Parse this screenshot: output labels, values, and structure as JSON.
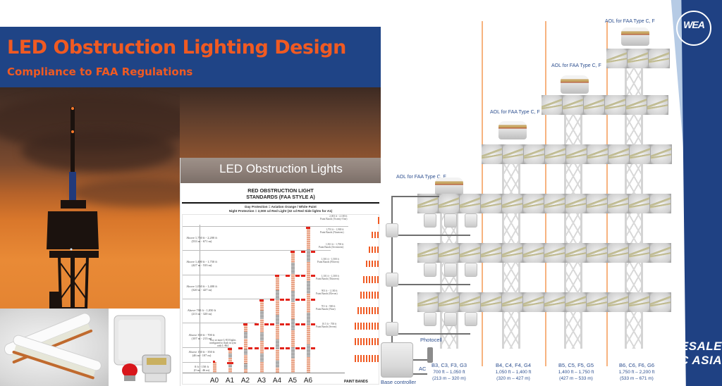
{
  "banner": {
    "title": "LED Obstruction Lighting Design",
    "subtitle": "Compliance to FAA Regulations",
    "background": "#1f4486",
    "text_color": "#f05a22"
  },
  "standards_panel": {
    "header": "LED Obstruction Lights",
    "title_line1": "RED OBSTRUCTION LIGHT",
    "title_line2": "STANDARDS (FAA STYLE A)",
    "note_line1": "Day Protection = Aviation Orange / White Paint",
    "note_line2": "Night Protection = 2,000 cd Red Light (32 cd Red Side lights for A1)",
    "height_rows": [
      {
        "ft": "Above 1,750 ft - 2,200 ft",
        "m": "(533 m - 671 m)"
      },
      {
        "ft": "Above 1,400 ft - 1,750 ft",
        "m": "(427 m - 533 m)"
      },
      {
        "ft": "Above 1,050 ft - 1,400 ft",
        "m": "(320 m - 427 m)"
      },
      {
        "ft": "Above 700 ft - 1,050 ft",
        "m": "(213 m - 320 m)"
      },
      {
        "ft": "Above 350 ft - 700 ft",
        "m": "(107 m - 213 m)"
      },
      {
        "ft": "Above 150 ft - 350 ft",
        "m": "(46 m - 107 m)"
      },
      {
        "ft": "0 ft - 150 ft",
        "m": "(0 m - 46 m)"
      }
    ],
    "a1_note": "Two or more L-810 lights configured to flash in sync with L-864",
    "columns": [
      "A0",
      "A1",
      "A2",
      "A3",
      "A4",
      "A5",
      "A6"
    ],
    "paint_band_rows": [
      {
        "range": "2,001 ft - 2,100 ft",
        "bands": "Paint Bands (Twenty-One)"
      },
      {
        "range": "1,701 ft - 1,900 ft",
        "bands": "Paint Bands (Nineteen)"
      },
      {
        "range": "1,501 ft - 1,700 ft",
        "bands": "Paint Bands (Seventeen)"
      },
      {
        "range": "1,301 ft - 1,500 ft",
        "bands": "Paint Bands (Fifteen)"
      },
      {
        "range": "1,101 ft - 1,300 ft",
        "bands": "Paint Bands (Thirteen)"
      },
      {
        "range": "901 ft - 1,100 ft",
        "bands": "Paint Bands (Eleven)"
      },
      {
        "range": "701 ft - 900 ft",
        "bands": "Paint Bands (Nine)"
      },
      {
        "range": "10.5 ft - 700 ft",
        "bands": "Paint Bands (Seven)"
      }
    ],
    "paint_bands_label": "PAINT BANDS"
  },
  "diagram": {
    "aol_label": "AOL for FAA Type C, F",
    "photocell_label": "Photocell",
    "ac_label": "AC",
    "base_controller_label": "Base controller",
    "ranges": [
      {
        "codes": "B3, C3, F3, G3",
        "ft": "700 ft – 1,050 ft",
        "m": "(213 m – 320 m)"
      },
      {
        "codes": "B4, C4, F4, G4",
        "ft": "1,050 ft – 1,400 ft",
        "m": "(320 m – 427 m)"
      },
      {
        "codes": "B5, C5, F5, G5",
        "ft": "1,400 ft – 1,750 ft",
        "m": "(427 m – 533 m)"
      },
      {
        "codes": "B6, C6, F6, G6",
        "ft": "1,750 ft – 2,200 ft",
        "m": "(533 m – 671 m)"
      }
    ],
    "accent_line_color": "#f7b37f",
    "label_color": "#2d4f8f"
  },
  "brand": {
    "logo_text": "WEA",
    "watermark_line1": "ESALE",
    "watermark_line2": "RIC ASIA",
    "dark_color": "#1f4183",
    "light_color": "#b6cbe5"
  }
}
